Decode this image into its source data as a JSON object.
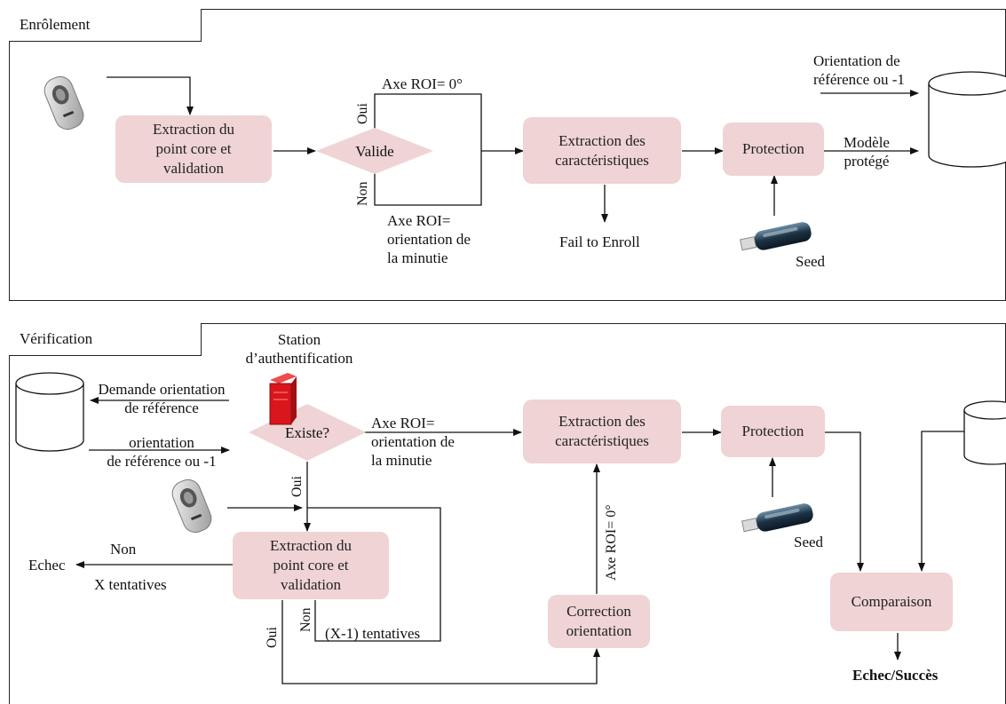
{
  "enrol": {
    "title": "Enrôlement",
    "extraction_core": "Extraction du\npoint core et\nvalidation",
    "valide": "Valide",
    "oui": "Oui",
    "non": "Non",
    "axe_zero": "Axe  ROI= 0°",
    "axe_minutie": "Axe  ROI=\norientation de\nla minutie",
    "extraction_car": "Extraction des\ncaractéristiques",
    "fail": "Fail to Enroll",
    "protection": "Protection",
    "seed": "Seed",
    "orientation_ref": "Orientation de\nréférence ou -1",
    "modele": "Modèle\nprotégé"
  },
  "verif": {
    "title": "Vérification",
    "station": "Station\nd’authentification",
    "demande": "Demande orientation\nde référence",
    "orientation": "orientation\nde référence ou -1",
    "existe": "Existe?",
    "axe_minutie": "Axe  ROI=\norientation de\nla minutie",
    "extraction_car": "Extraction des\ncaractéristiques",
    "protection": "Protection",
    "oui_top": "Oui",
    "extraction_core": "Extraction du\npoint core et\nvalidation",
    "non_left": "Non",
    "echec": "Echec",
    "x_tentatives": "X tentatives",
    "oui_left": "Oui",
    "non_bottom": "Non",
    "x1_tentatives": "(X-1) tentatives",
    "axe_zero": "Axe  ROI= 0°",
    "correction": "Correction\norientation",
    "seed": "Seed",
    "comparaison": "Comparaison",
    "result": "Echec/Succès"
  },
  "colors": {
    "box_fill": "#efd3d5",
    "line": "#111111",
    "server": "#d8161c"
  },
  "icons": [
    "fingerprint-scanner-icon",
    "usb-key-icon",
    "database-cylinder-icon",
    "server-icon"
  ]
}
